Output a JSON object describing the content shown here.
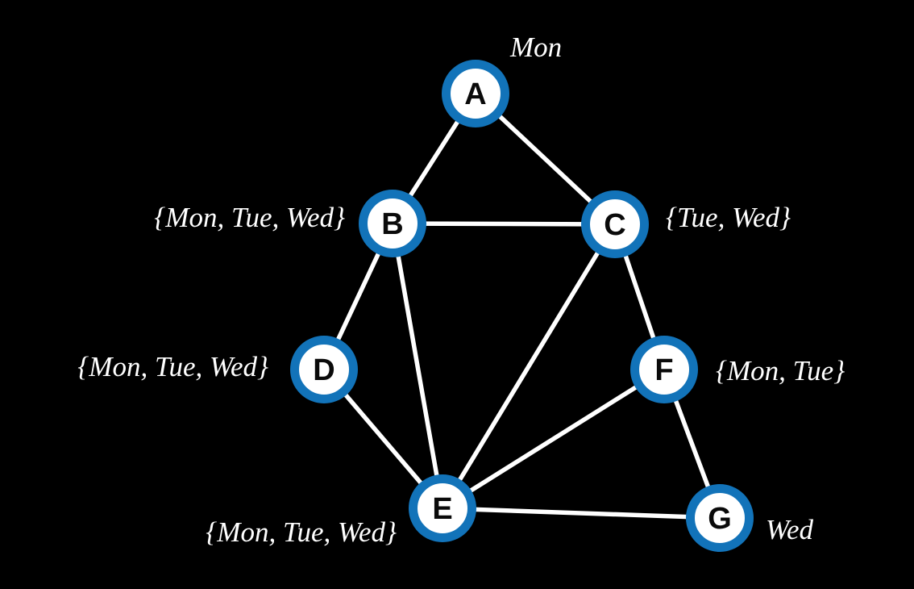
{
  "figure": {
    "background_color": "#000000",
    "node_ring_color": "#1273b9",
    "node_fill_color": "#ffffff",
    "edge_color": "#ffffff",
    "label_color": "#ffffff"
  },
  "graph": {
    "type": "constraint-graph",
    "nodes": [
      {
        "id": "A",
        "letter": "A",
        "domain": "Mon"
      },
      {
        "id": "B",
        "letter": "B",
        "domain": "{Mon, Tue, Wed}"
      },
      {
        "id": "C",
        "letter": "C",
        "domain": "{Tue, Wed}"
      },
      {
        "id": "D",
        "letter": "D",
        "domain": "{Mon, Tue, Wed}"
      },
      {
        "id": "E",
        "letter": "E",
        "domain": "{Mon, Tue, Wed}"
      },
      {
        "id": "F",
        "letter": "F",
        "domain": "{Mon, Tue}"
      },
      {
        "id": "G",
        "letter": "G",
        "domain": "Wed"
      }
    ],
    "edges": [
      [
        "A",
        "B"
      ],
      [
        "A",
        "C"
      ],
      [
        "B",
        "C"
      ],
      [
        "B",
        "D"
      ],
      [
        "B",
        "E"
      ],
      [
        "C",
        "E"
      ],
      [
        "C",
        "F"
      ],
      [
        "D",
        "E"
      ],
      [
        "E",
        "F"
      ],
      [
        "E",
        "G"
      ],
      [
        "F",
        "G"
      ]
    ]
  }
}
